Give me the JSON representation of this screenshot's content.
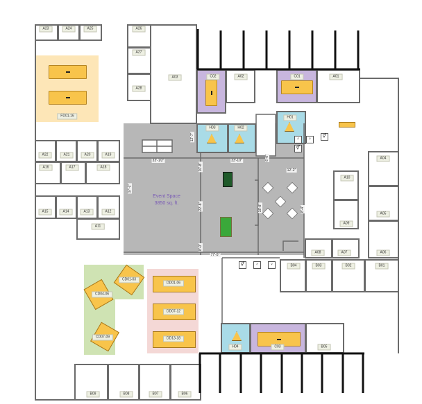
{
  "colors": {
    "event_space": "#b7b7b7",
    "huddle": "#a9dbe7",
    "conference": "#c8b6de",
    "shared_desk_zone": "#fde6b7",
    "collab_zone": "#cfe3b3",
    "desk_zone": "#f4d8d6",
    "furniture": "#f8c44b",
    "event_text": "#7a5bb5"
  },
  "event_space": {
    "title": "Event Space",
    "area": "3850 sq. ft."
  },
  "rooms": {
    "A01": "A01",
    "A02": "A02",
    "A03": "A03",
    "A04": "A04",
    "A05": "A05",
    "A06": "A06",
    "A07": "A07",
    "A08": "A08",
    "A09": "A09",
    "A10": "A10",
    "A11": "A11",
    "A12": "A12",
    "A13": "A13",
    "A14": "A14",
    "A15": "A15",
    "A16": "A16",
    "A17": "A17",
    "A18": "A18",
    "A19": "A19",
    "A20": "A20",
    "A21": "A21",
    "A22": "A22",
    "A23": "A23",
    "A24": "A24",
    "A25": "A25",
    "A26": "A26",
    "A27": "A27",
    "A28": "A28",
    "B01": "B01",
    "B02": "B02",
    "B03": "B03",
    "B04": "B04",
    "B05": "B05",
    "B06": "B06",
    "B07": "B07",
    "B08": "B08",
    "B09": "B09",
    "C01": "C01",
    "C02": "C02",
    "C03": "C03",
    "H01": "H01",
    "H02": "H02",
    "H03": "H03",
    "H04": "H04"
  },
  "zones": {
    "FD": "FD01-16",
    "CD1": "CD01-03",
    "CD2": "CD04-06",
    "CD3": "CD07-09",
    "DD1": "DD01-06",
    "DD2": "DD07-12",
    "DD3": "DD13-18"
  },
  "dimensions": {
    "d1": "33'-1/2\"",
    "d2": "33'-10\"",
    "d3": "17'-2\"",
    "d4": "12'-7\"",
    "d5": "10'-8\"",
    "d6": "22'-8\"",
    "d7": "8'-0\"",
    "d8": "12'-2\"",
    "d9": "6'-0\"",
    "d10": "18'-8\"",
    "d11": "8'-4\"",
    "d12": "77'-5\""
  },
  "icons": {
    "restroom": "restroom-icon",
    "men": "men-restroom-icon",
    "women": "women-restroom-icon",
    "stairs": "stairs-icon",
    "pool_table": "pool-table-icon",
    "foosball": "foosball-table-icon"
  }
}
